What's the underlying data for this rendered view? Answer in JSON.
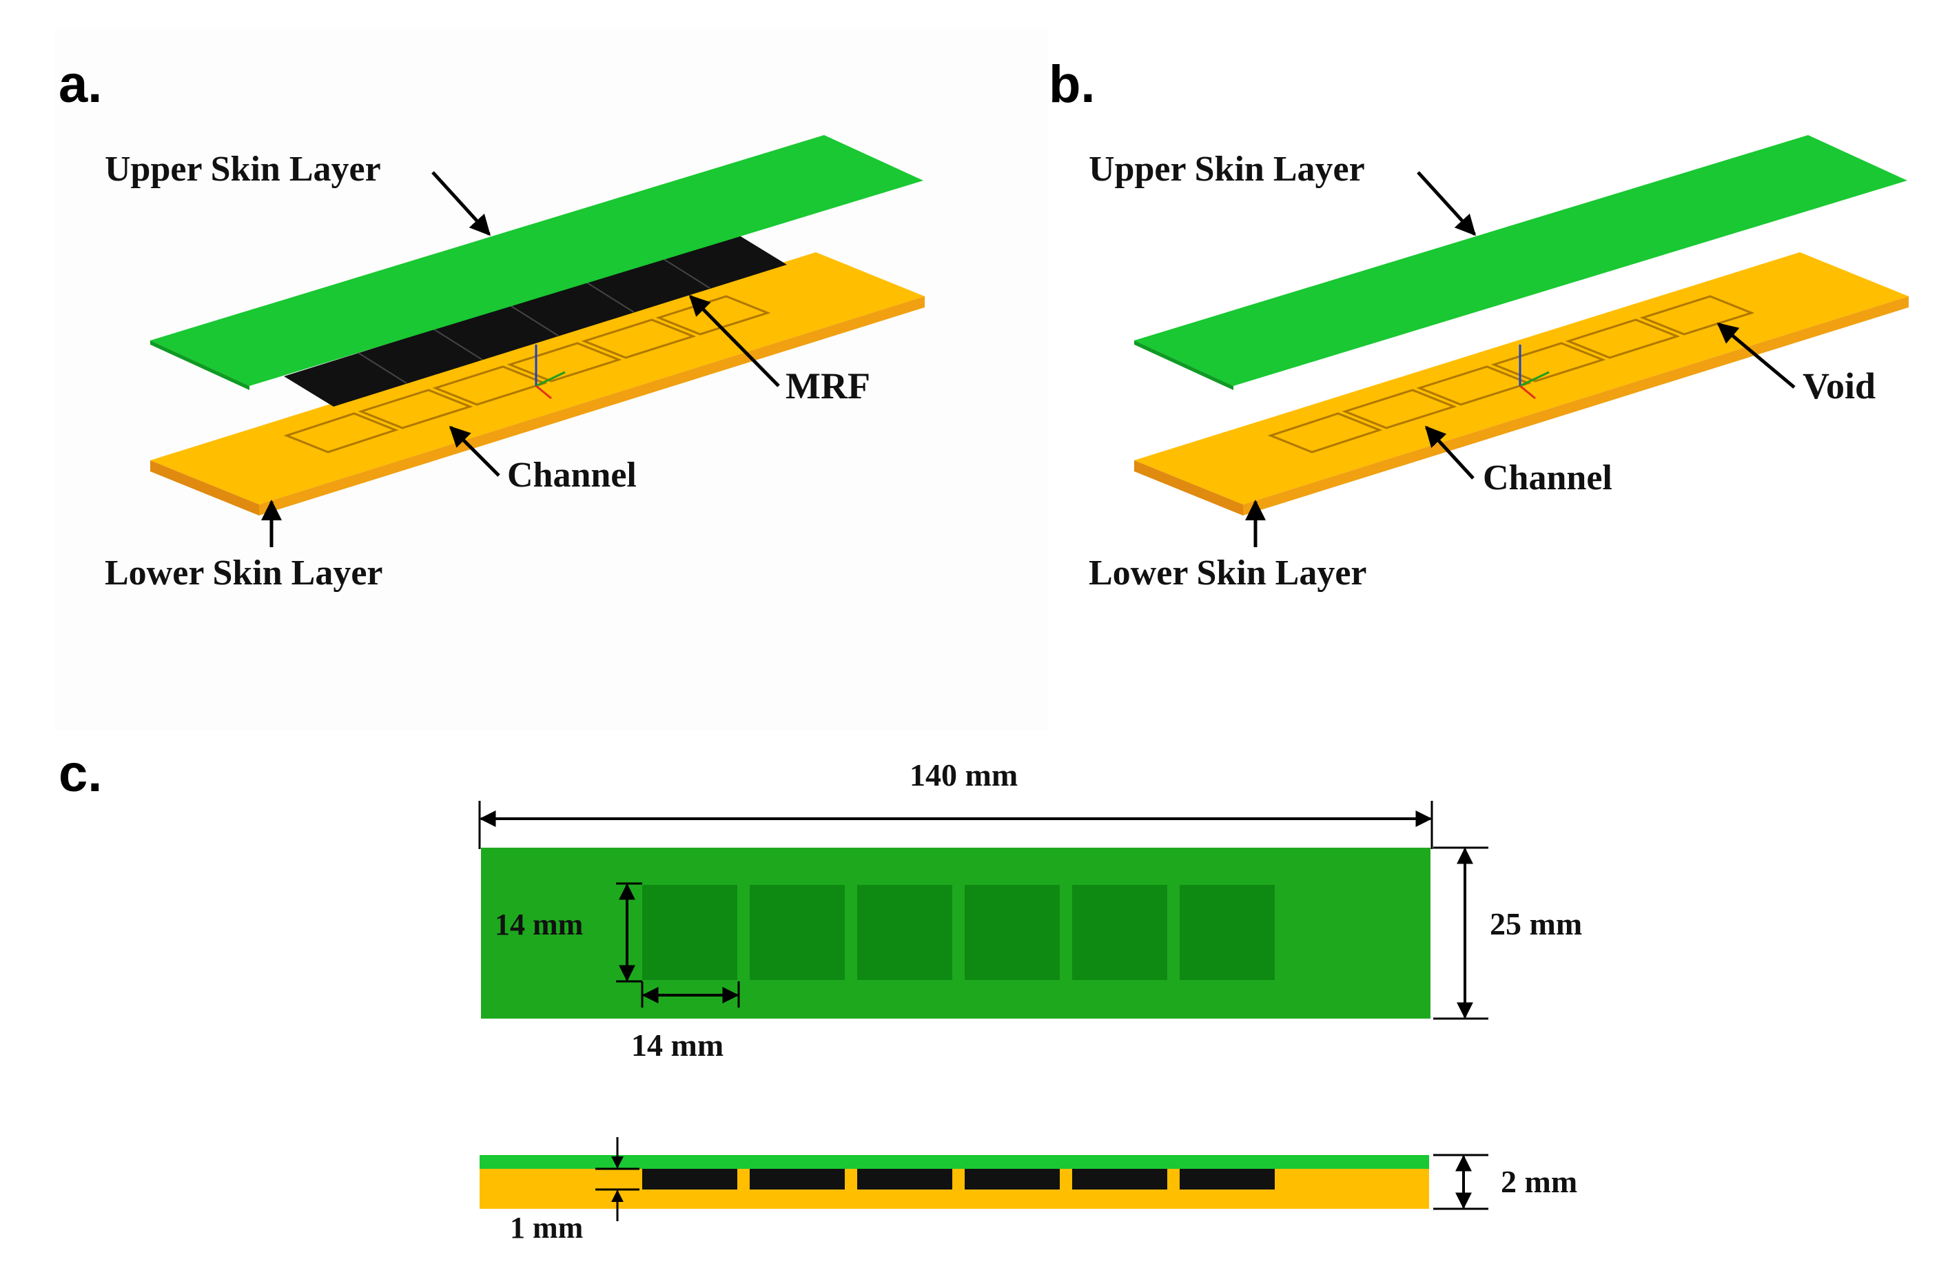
{
  "panels": {
    "a": {
      "letter": "a.",
      "upper_label": "Upper Skin Layer",
      "lower_label": "Lower Skin Layer",
      "channel_label": "Channel",
      "filler_label": "MRF"
    },
    "b": {
      "letter": "b.",
      "upper_label": "Upper Skin Layer",
      "lower_label": "Lower Skin Layer",
      "channel_label": "Channel",
      "filler_label": "Void"
    },
    "c": {
      "letter": "c.",
      "length_label": "140 mm",
      "width_label": "25 mm",
      "cell_height_label": "14 mm",
      "cell_width_label": "14 mm",
      "thickness_label": "2 mm",
      "upper_thickness_label": "1 mm"
    }
  },
  "colors": {
    "upper_skin": "#19c832",
    "upper_skin_dark": "#0f9a24",
    "lower_skin": "#ffbe00",
    "lower_skin_edge": "#e08a10",
    "mrf": "#111111",
    "top_view_bg": "#1ea81e",
    "top_view_cell": "#0e8a12"
  }
}
